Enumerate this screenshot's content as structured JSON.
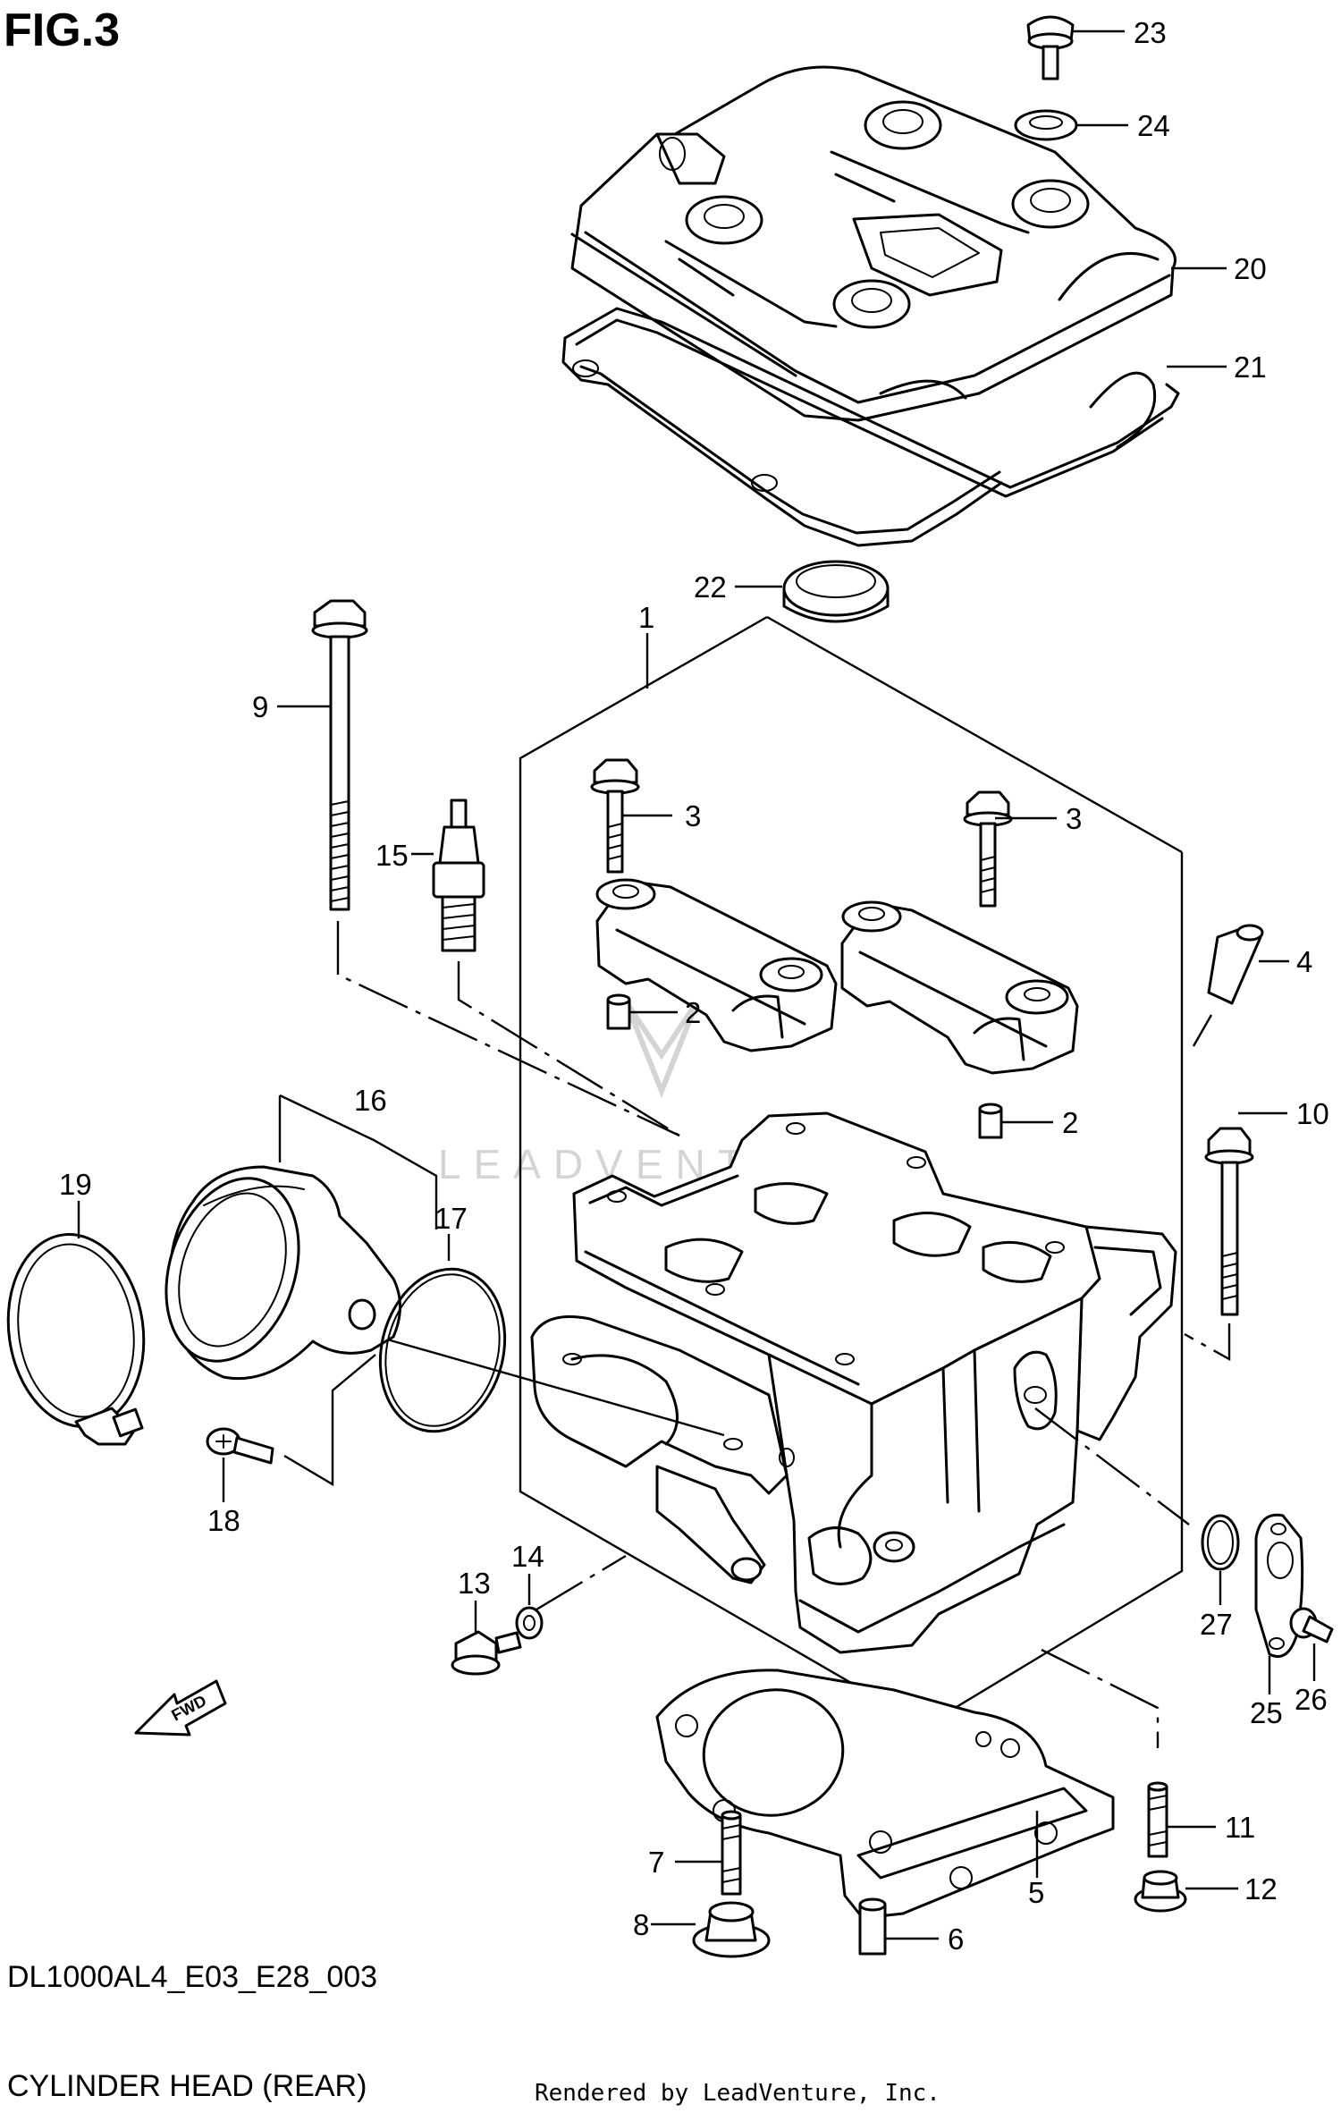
{
  "figure": {
    "title": "FIG.3",
    "code": "DL1000AL4_E03_E28_003",
    "caption": "CYLINDER HEAD (REAR)",
    "credit": "Rendered by LeadVenture, Inc.",
    "watermark": "LEADVENTURE",
    "fwd_label": "FWD"
  },
  "callouts": [
    {
      "id": "c1",
      "label": "1"
    },
    {
      "id": "c2a",
      "label": "2"
    },
    {
      "id": "c2b",
      "label": "2"
    },
    {
      "id": "c3a",
      "label": "3"
    },
    {
      "id": "c3b",
      "label": "3"
    },
    {
      "id": "c4",
      "label": "4"
    },
    {
      "id": "c5",
      "label": "5"
    },
    {
      "id": "c6",
      "label": "6"
    },
    {
      "id": "c7",
      "label": "7"
    },
    {
      "id": "c8",
      "label": "8"
    },
    {
      "id": "c9",
      "label": "9"
    },
    {
      "id": "c10",
      "label": "10"
    },
    {
      "id": "c11",
      "label": "11"
    },
    {
      "id": "c12",
      "label": "12"
    },
    {
      "id": "c13",
      "label": "13"
    },
    {
      "id": "c14",
      "label": "14"
    },
    {
      "id": "c15",
      "label": "15"
    },
    {
      "id": "c16",
      "label": "16"
    },
    {
      "id": "c17",
      "label": "17"
    },
    {
      "id": "c18",
      "label": "18"
    },
    {
      "id": "c19",
      "label": "19"
    },
    {
      "id": "c20",
      "label": "20"
    },
    {
      "id": "c21",
      "label": "21"
    },
    {
      "id": "c22",
      "label": "22"
    },
    {
      "id": "c23",
      "label": "23"
    },
    {
      "id": "c24",
      "label": "24"
    },
    {
      "id": "c25",
      "label": "25"
    },
    {
      "id": "c26",
      "label": "26"
    },
    {
      "id": "c27",
      "label": "27"
    }
  ]
}
